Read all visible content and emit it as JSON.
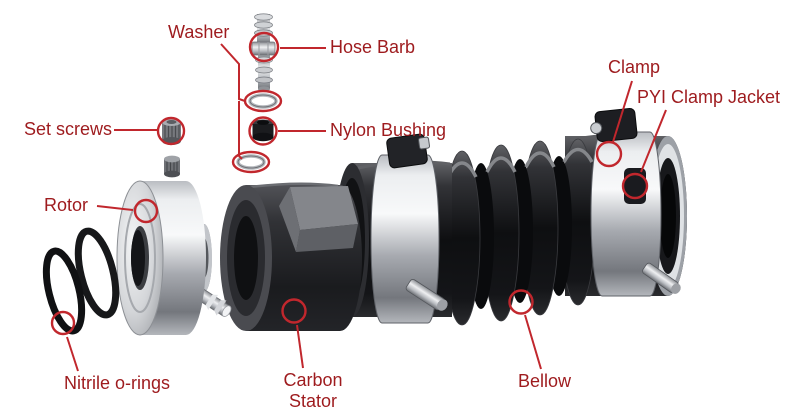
{
  "colors": {
    "background": "#ffffff",
    "label_text": "#9e1b1e",
    "leader_line": "#c1272d",
    "highlight_circle": "#c1272d"
  },
  "labels": {
    "washer": "Washer",
    "hose_barb": "Hose Barb",
    "set_screws": "Set screws",
    "nylon_bushing": "Nylon Bushing",
    "rotor": "Rotor",
    "nitrile_o_rings": "Nitrile o-rings",
    "carbon_stator": "Carbon Stator",
    "bellow": "Bellow",
    "clamp": "Clamp",
    "pyi_clamp_jacket": "PYI Clamp Jacket"
  }
}
